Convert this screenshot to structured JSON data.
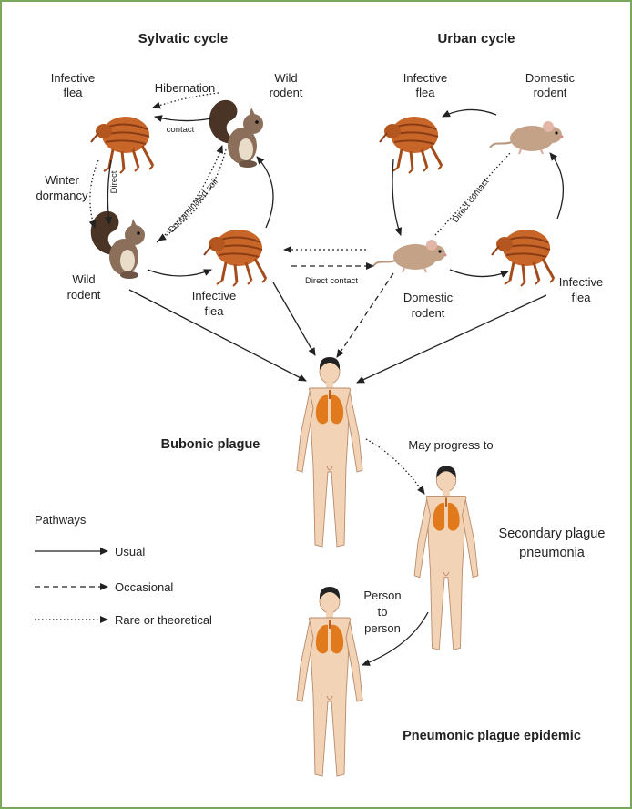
{
  "sylvatic": {
    "title": "Sylvatic cycle",
    "flea_top": [
      "Infective",
      "flea"
    ],
    "rodent_top": [
      "Wild",
      "rodent"
    ],
    "rodent_bottom": [
      "Wild",
      "rodent"
    ],
    "flea_bottom": [
      "Infective",
      "flea"
    ],
    "hibernation": "Hibernation",
    "contact": "contact",
    "winter": [
      "Winter",
      "dormancy"
    ],
    "direct": "Direct",
    "soil": "Contaminated soil"
  },
  "urban": {
    "title": "Urban cycle",
    "flea_top": [
      "Infective",
      "flea"
    ],
    "rodent_top": [
      "Domestic",
      "rodent"
    ],
    "rodent_bottom": [
      "Domestic",
      "rodent"
    ],
    "flea_bottom": [
      "Infective",
      "flea"
    ],
    "direct_contact": "Direct contact"
  },
  "bridge": {
    "direct_contact": "Direct contact"
  },
  "outcomes": {
    "bubonic": "Bubonic plague",
    "may_progress": "May progress to",
    "secondary": [
      "Secondary plague",
      "pneumonia"
    ],
    "person": [
      "Person",
      "to",
      "person"
    ],
    "epidemic": "Pneumonic plague epidemic"
  },
  "legend": {
    "title": "Pathways",
    "items": [
      "Usual",
      "Occasional",
      "Rare or theoretical"
    ]
  },
  "colors": {
    "frame": "#7aa85a",
    "flea": "#c8662a",
    "squirrel": "#7a5a45",
    "mouse": "#b9977c",
    "skin": "#f3d3b5",
    "lungs": "#e07a1c"
  }
}
